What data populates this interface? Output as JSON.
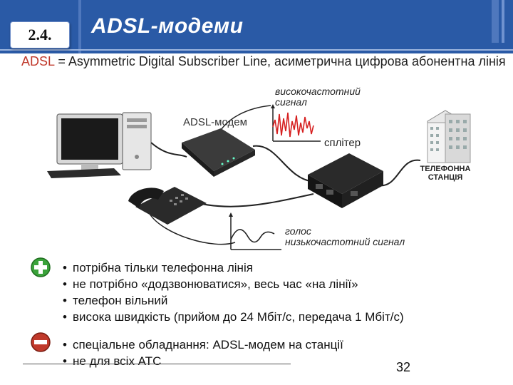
{
  "header": {
    "section_number": "2.4.",
    "title": "ADSL-модеми",
    "bg_color": "#2a5aa6"
  },
  "definition": {
    "abbr": "ADSL",
    "rest": " = Asymmetric Digital Subscriber Line, асиметрична цифрова абонентна лінія"
  },
  "diagram": {
    "hf_signal_label_1": "високочастотний",
    "hf_signal_label_2": "сигнал",
    "modem_label": "ADSL-модем",
    "splitter_label": "сплітер",
    "voice_label_1": "голос",
    "voice_label_2": "низькочастотний сигнал",
    "station_label_1": "ТЕЛЕФОННА",
    "station_label_2": "СТАНЦІЯ"
  },
  "pros": {
    "icon": "plus-icon",
    "items": [
      "потрібна тільки телефонна лінія",
      "не потрібно «додзвонюватися», весь час «на лінії»",
      "телефон вільний",
      "висока швидкість (прийом до 24 Мбіт/с, передача 1 Мбіт/с)"
    ]
  },
  "cons": {
    "icon": "minus-icon",
    "items": [
      "спеціальне обладнання: ADSL-модем на станції",
      "не для всіх АТС"
    ]
  },
  "page_number": "32",
  "colors": {
    "accent": "#2a5aa6",
    "plus": "#3aa23a",
    "minus": "#c0392b",
    "hf_wave": "#d62020"
  }
}
